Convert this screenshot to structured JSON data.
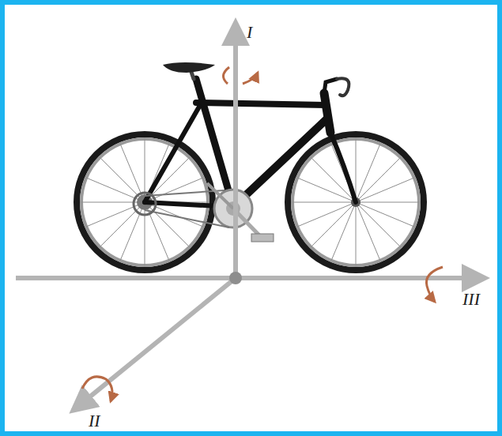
{
  "diagram": {
    "labels": [
      "I",
      "II",
      "III"
    ]
  }
}
